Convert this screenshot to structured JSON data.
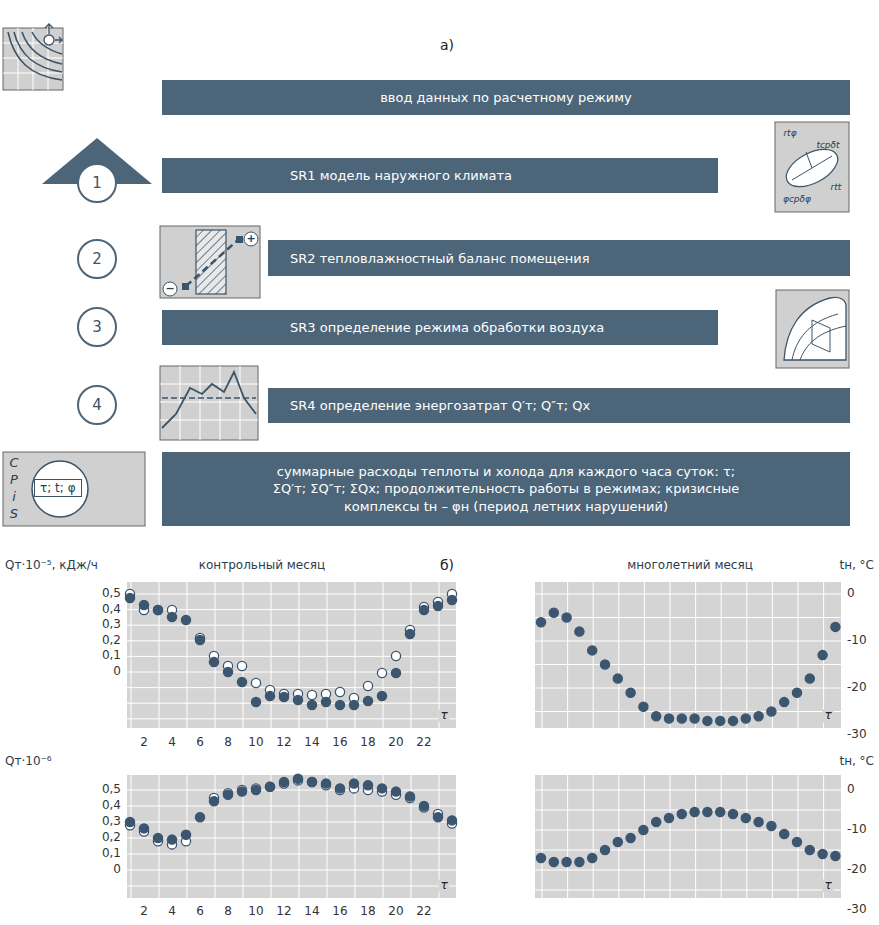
{
  "diagram": {
    "nodes": [
      {
        "text": [
          "ввод данных по расчетному режиму"
        ]
      },
      {
        "text": [
          "1"
        ]
      },
      {
        "text": [
          "SR1 модель наружного климата"
        ]
      },
      {
        "text": [
          "2"
        ]
      },
      {
        "text": [
          "SR2 тепловлажностный баланс помещения"
        ]
      },
      {
        "text": [
          "3"
        ]
      },
      {
        "text": [
          "SR3 определение режима обработки воздуха"
        ]
      },
      {
        "text": [
          "4"
        ]
      },
      {
        "text": [
          "SR4 определение энергозатрат Q′т; Q″т; Qх"
        ]
      },
      {
        "text": [
          "τ; t; φ"
        ]
      },
      {
        "text": [
          "суммарные расходы теплоты и холода для каждого часа суток: τ; ΣQ′т; ΣQ″т; ΣQх; продолжительность работы в режимах; кризисные комплексы tн – φн (период летних нарушений)"
        ]
      }
    ],
    "labels": [
      "а)",
      "б)",
      "контрольный месяц",
      "многолетний месяц",
      "Qт·10⁻⁵, кДж/ч",
      "tн, °С",
      "Qт·10⁻⁶",
      "tн, °С",
      "0,5",
      "0,4",
      "0,3",
      "0,2",
      "0,1",
      "0",
      "0,5",
      "0,4",
      "0,3",
      "0,2",
      "0,1",
      "0",
      "0",
      "-10",
      "-20",
      "-30",
      "0",
      "-10",
      "-20",
      "-30",
      "2",
      "4",
      "6",
      "8",
      "10",
      "12",
      "14",
      "16",
      "18",
      "20",
      "22",
      "2",
      "4",
      "6",
      "8",
      "10",
      "12",
      "14",
      "16",
      "18",
      "20",
      "22",
      "τ",
      "τ",
      "τ",
      "τ",
      "C",
      "P",
      "i",
      "S",
      "rtφ",
      "tсрδt",
      "rtt",
      "φсрδφ",
      "+",
      "−"
    ]
  }
}
